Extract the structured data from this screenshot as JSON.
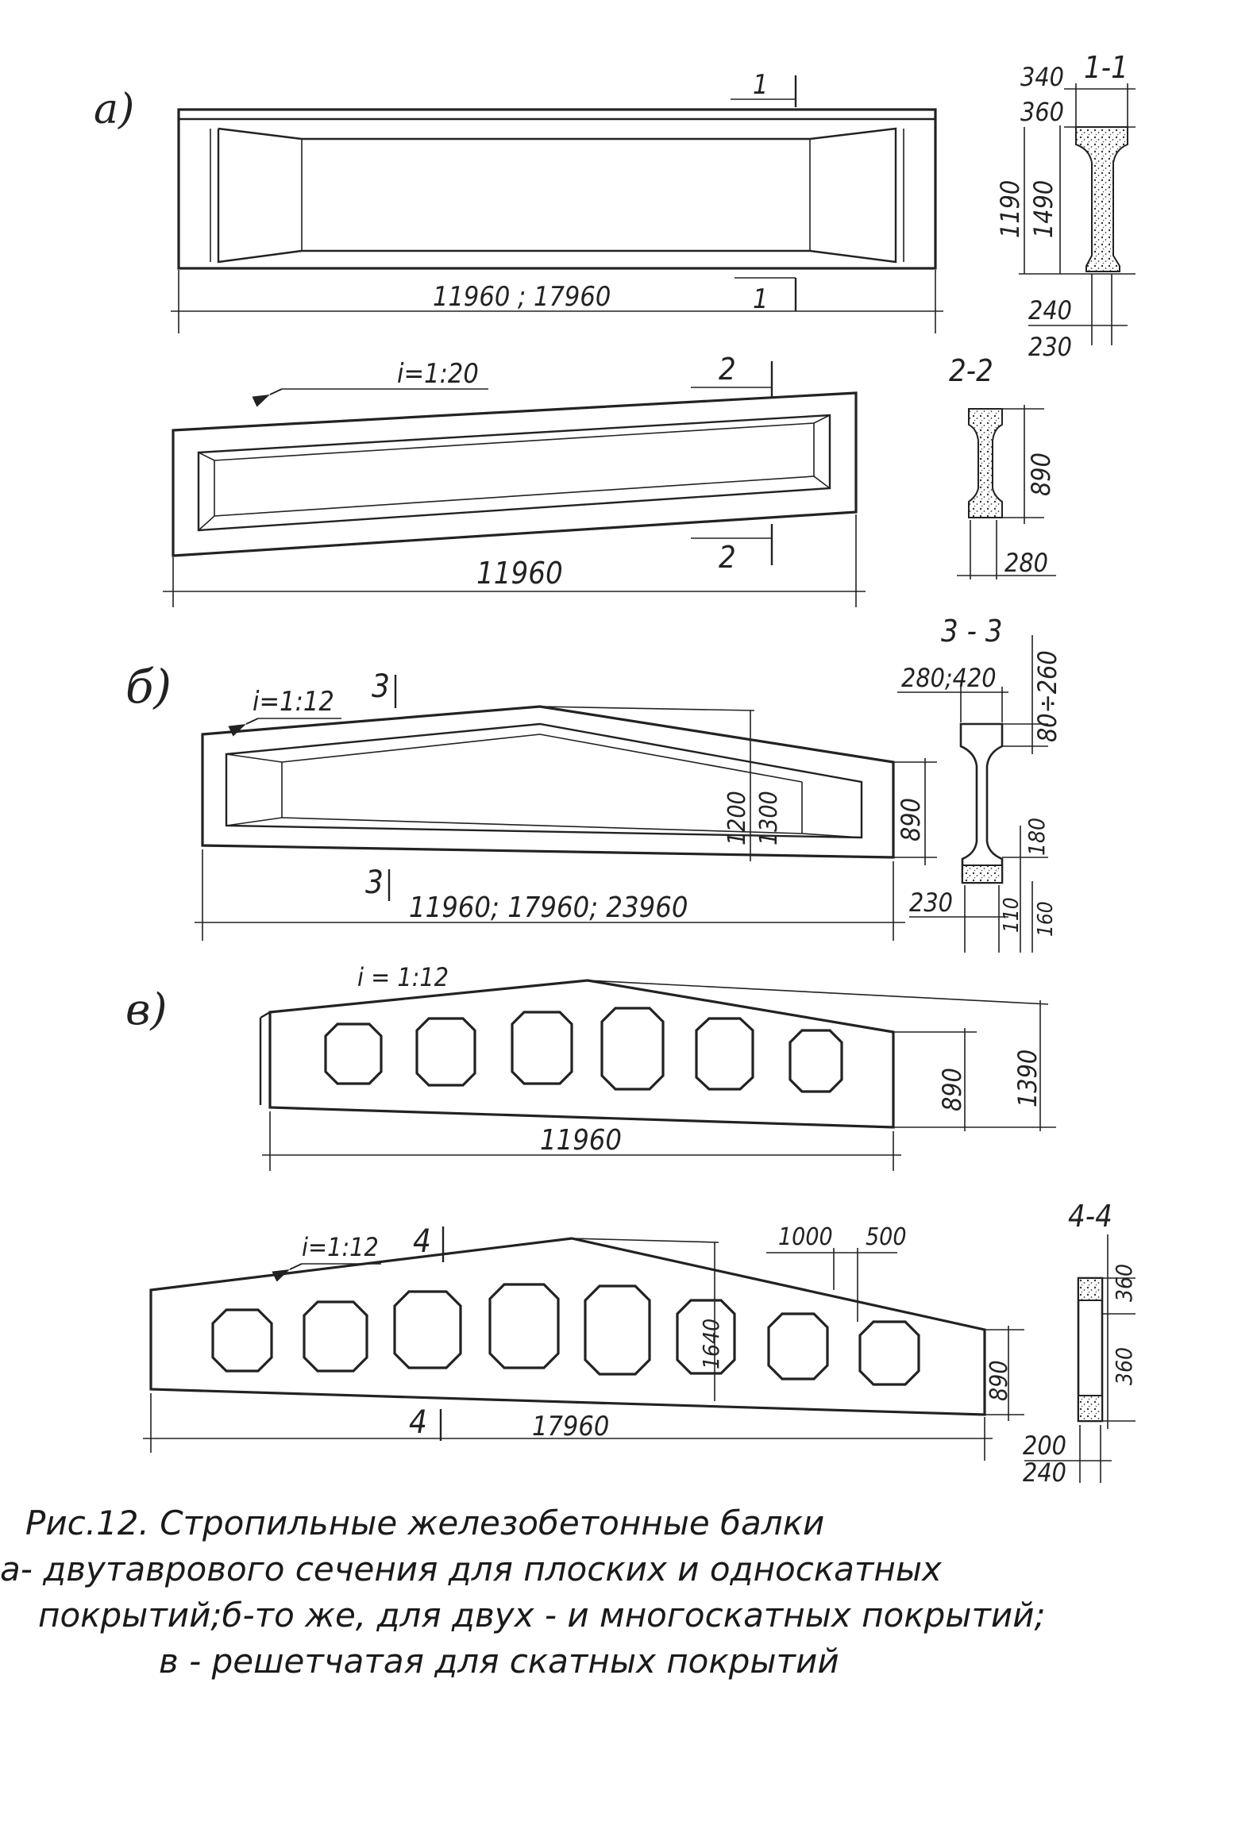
{
  "figure": {
    "section_a": {
      "label": "а)",
      "beam1": {
        "length": "11960 ; 17960",
        "cut_mark_top": "1",
        "cut_mark_bottom": "1"
      },
      "section_1_1": {
        "title": "1-1",
        "dim_top_340": "340",
        "dim_top_360": "360",
        "dim_h_1190": "1190",
        "dim_h_1490": "1490",
        "dim_bottom_240": "240",
        "dim_bottom_230": "230"
      },
      "beam2": {
        "slope": "i=1:20",
        "length": "11960",
        "cut_mark_top": "2",
        "cut_mark_bottom": "2"
      },
      "section_2_2": {
        "title": "2-2",
        "dim_h": "890",
        "dim_w": "280"
      }
    },
    "section_b": {
      "label": "б)",
      "slope": "i=1:12",
      "cut_mark_top": "3",
      "cut_mark_bottom": "3",
      "dim_1200": "1200",
      "dim_1300": "1300",
      "dim_890": "890",
      "length": "11960;  17960;   23960",
      "section_3_3": {
        "title": "3 - 3",
        "dim_top": "280;420",
        "dim_flange": "80÷260",
        "dim_180": "180",
        "dim_230": "230",
        "dim_110": "110",
        "dim_160": "160"
      }
    },
    "section_v": {
      "label": "в)",
      "beam1": {
        "slope": "i = 1:12",
        "dim_890": "890",
        "dim_1390": "1390",
        "length": "11960"
      },
      "beam2": {
        "slope": "i=1:12",
        "cut_mark_top": "4",
        "cut_mark_bottom": "4",
        "dim_1000": "1000",
        "dim_500": "500",
        "dim_1640": "1640",
        "dim_890": "890",
        "length": "17960"
      },
      "section_4_4": {
        "title": "4-4",
        "dim_360_top": "360",
        "dim_360_mid": "360",
        "dim_200": "200",
        "dim_240": "240"
      }
    }
  },
  "caption": {
    "line1": "Рис.12. Стропильные железобетонные  балки",
    "line2": "а- двутаврового  сечения для плоских и односкатных",
    "line3": "покрытий;б-то же, для двух - и  многоскатных покрытий;",
    "line4": "в -  решетчатая для скатных покрытий"
  }
}
